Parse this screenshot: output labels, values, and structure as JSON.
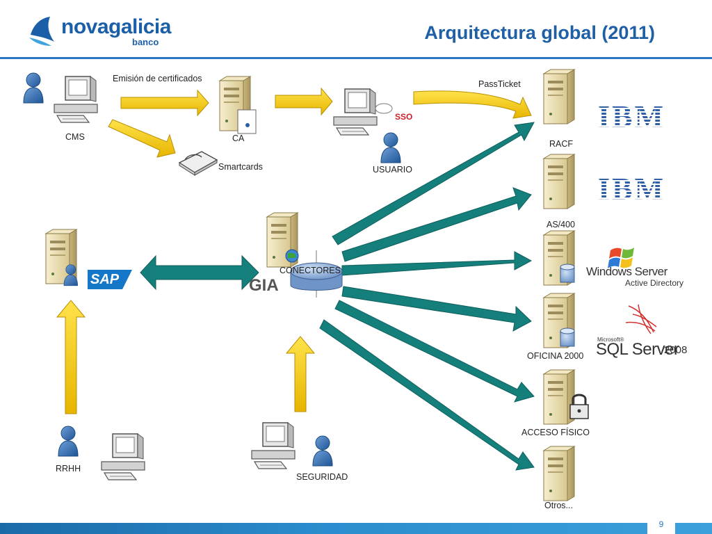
{
  "header": {
    "logo_text": "novagalicia",
    "logo_subtext": "banco",
    "title": "Arquitectura global (2011)"
  },
  "diagram": {
    "labels": {
      "emision": "Emisión de certificados",
      "cms": "CMS",
      "ca": "CA",
      "smartcards": "Smartcards",
      "sso": "SSO",
      "usuario": "USUARIO",
      "passticket": "PassTicket",
      "racf": "RACF",
      "as400": "AS/400",
      "oficina": "OFICINA 2000",
      "acceso": "ACCESO FÍSICO",
      "otros": "Otros...",
      "conectores": "CONECTORES",
      "gia": "GIA",
      "rrhh": "RRHH",
      "seguridad": "SEGURIDAD"
    },
    "brands": {
      "ibm_1": "IBM",
      "ibm_2": "IBM",
      "windows": "Windows Server",
      "windows_sub": "Active Directory",
      "microsoft": "Microsoft®",
      "sql": "SQL Server",
      "sql_version": "2008",
      "sap": "SAP"
    }
  },
  "footer": {
    "page_number": "9"
  },
  "colors": {
    "accent_blue": "#1f5fa6",
    "arrow_yellow": "#f5c400",
    "arrow_teal": "#157f7c",
    "server_beige": "#eee2b8"
  }
}
